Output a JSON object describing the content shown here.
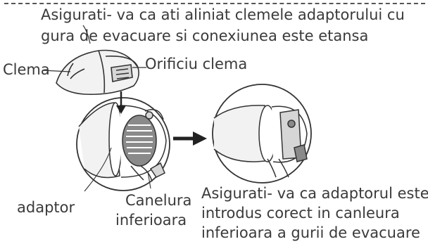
{
  "instructions": {
    "align_line1": "Asigurati- va ca ati aliniat clemele adaptorului cu",
    "align_line2": "gura de evacuare si conexiunea este etansa",
    "insert_line1": "Asigurati- va ca adaptorul este",
    "insert_line2": "introdus corect in canleura",
    "insert_line3": "inferioara a gurii de evacuare"
  },
  "labels": {
    "clema": "Clema",
    "orificiu_clema": "Orificiu clema",
    "adaptor": "adaptor",
    "canelura_line1": "Canelura",
    "canelura_line2": "inferioara"
  },
  "colors": {
    "line": "#333333",
    "text": "#3a3a3a",
    "fill_light": "#f2f2f2",
    "fill_mid": "#d6d6d6",
    "fill_dark": "#8a8a8a"
  },
  "icons": [
    "arrow-right-icon",
    "arrow-down-icon"
  ]
}
